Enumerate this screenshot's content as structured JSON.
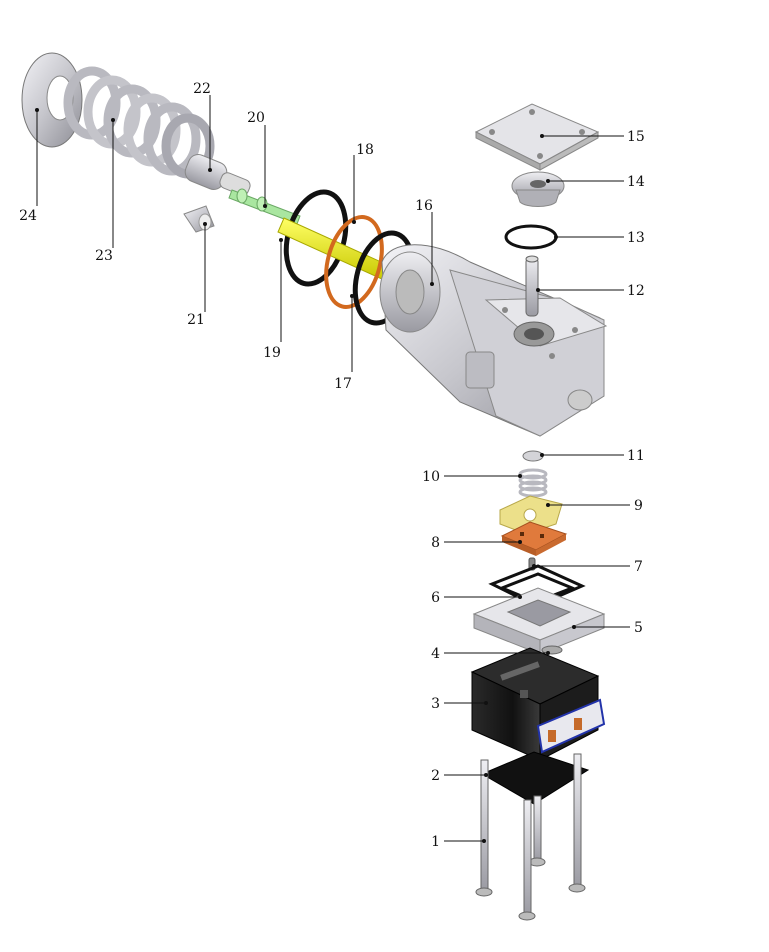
{
  "callouts": [
    {
      "id": "1",
      "text": "1"
    },
    {
      "id": "2",
      "text": "2"
    },
    {
      "id": "3",
      "text": "3"
    },
    {
      "id": "4",
      "text": "4"
    },
    {
      "id": "5",
      "text": "5"
    },
    {
      "id": "6",
      "text": "6"
    },
    {
      "id": "7",
      "text": "7"
    },
    {
      "id": "8",
      "text": "8"
    },
    {
      "id": "9",
      "text": "9"
    },
    {
      "id": "10",
      "text": "10"
    },
    {
      "id": "11",
      "text": "11"
    },
    {
      "id": "12",
      "text": "12"
    },
    {
      "id": "13",
      "text": "13"
    },
    {
      "id": "14",
      "text": "14"
    },
    {
      "id": "15",
      "text": "15"
    },
    {
      "id": "16",
      "text": "16"
    },
    {
      "id": "17",
      "text": "17"
    },
    {
      "id": "18",
      "text": "18"
    },
    {
      "id": "19",
      "text": "19"
    },
    {
      "id": "20",
      "text": "20"
    },
    {
      "id": "21",
      "text": "21"
    },
    {
      "id": "22",
      "text": "22"
    },
    {
      "id": "23",
      "text": "23"
    },
    {
      "id": "24",
      "text": "24"
    }
  ],
  "colors": {
    "metal": "#c9c9cf",
    "metal_dark": "#8e8e96",
    "black_part": "#1a1a1a",
    "orange_seal": "#d2691e",
    "orange_plate": "#e07a3c",
    "yellow_rod": "#e6e600",
    "green_pin": "#a9e6a0",
    "yellow_gasket": "#e8d870",
    "connector_blue": "#2233aa"
  }
}
